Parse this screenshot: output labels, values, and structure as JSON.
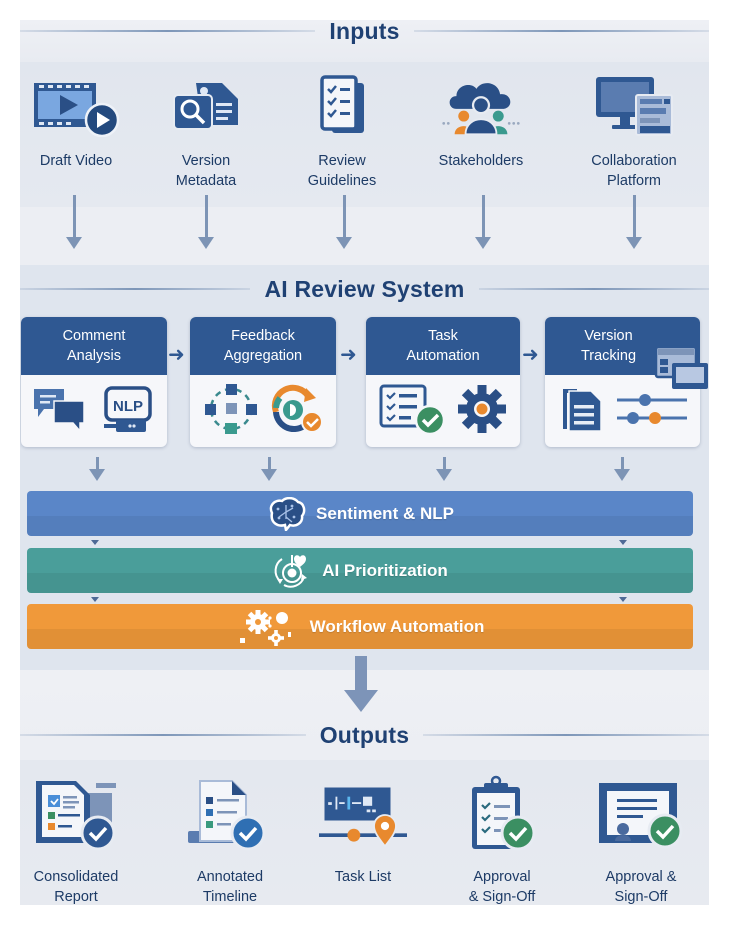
{
  "colors": {
    "navy": "#2f5892",
    "dark_navy": "#1f4173",
    "arrow": "#7d94b5",
    "sentiment_layer": "#5a86c8",
    "prioritization_layer": "#4a9e9a",
    "workflow_layer": "#f0993a",
    "orange_accent": "#e8892e",
    "teal_accent": "#3a9a8e",
    "green_check": "#3b8f62"
  },
  "inputs": {
    "title": "Inputs",
    "items": [
      {
        "label_line1": "Draft Video",
        "label_line2": "",
        "icon": "video-play-icon"
      },
      {
        "label_line1": "Version",
        "label_line2": "Metadata",
        "icon": "metadata-search-icon"
      },
      {
        "label_line1": "Review",
        "label_line2": "Guidelines",
        "icon": "checklist-document-icon"
      },
      {
        "label_line1": "Stakeholders",
        "label_line2": "",
        "icon": "stakeholders-cloud-icon"
      },
      {
        "label_line1": "Collaboration",
        "label_line2": "Platform",
        "icon": "monitor-platform-icon"
      }
    ]
  },
  "ai_system": {
    "title": "AI Review System",
    "modules": [
      {
        "label_line1": "Comment",
        "label_line2": "Analysis",
        "icons": [
          "chat-bubbles-icon",
          "nlp-chip-icon"
        ],
        "nlp_text": "NLP"
      },
      {
        "label_line1": "Feedback",
        "label_line2": "Aggregation",
        "icons": [
          "node-cluster-icon",
          "cycle-check-icon"
        ]
      },
      {
        "label_line1": "Task",
        "label_line2": "Automation",
        "icons": [
          "checklist-check-icon",
          "gear-icon"
        ]
      },
      {
        "label_line1": "Version",
        "label_line2": "Tracking",
        "icons": [
          "document-icon",
          "sliders-icon",
          "windows-icon"
        ]
      }
    ],
    "layers": [
      {
        "label": "Sentiment & NLP",
        "icon": "brain-icon"
      },
      {
        "label": "AI Prioritization",
        "icon": "target-cycle-icon"
      },
      {
        "label": "Workflow Automation",
        "icon": "gears-icon"
      }
    ]
  },
  "outputs": {
    "title": "Outputs",
    "items": [
      {
        "label_line1": "Consolidated",
        "label_line2": "Report",
        "icon": "report-check-icon"
      },
      {
        "label_line1": "Annotated",
        "label_line2": "Timeline",
        "icon": "annotated-doc-check-icon"
      },
      {
        "label_line1": "Task List",
        "label_line2": "",
        "icon": "timeline-pin-icon"
      },
      {
        "label_line1": "Approval",
        "label_line2": "& Sign-Off",
        "icon": "clipboard-check-icon"
      },
      {
        "label_line1": "Approval &",
        "label_line2": "Sign-Off",
        "icon": "certificate-check-icon"
      }
    ]
  }
}
